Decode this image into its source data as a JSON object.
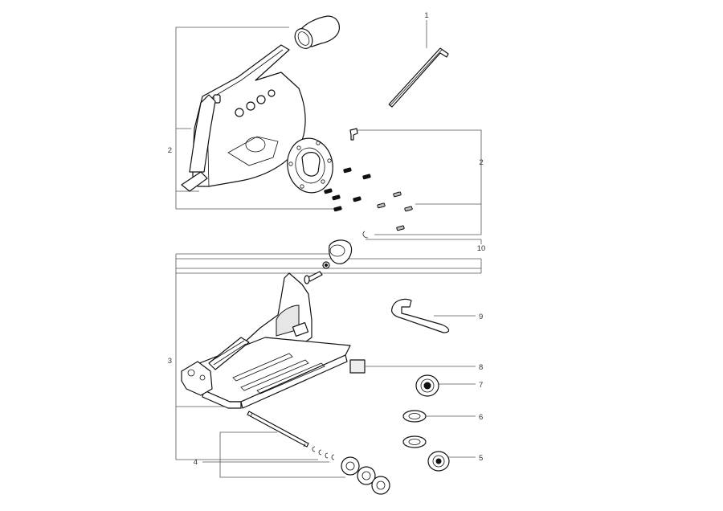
{
  "labels": {
    "p1": "1",
    "p2_left": "2",
    "p2_right": "2",
    "p10": "10",
    "p9": "9",
    "p3": "3",
    "p8": "8",
    "p7": "7",
    "p6": "6",
    "p4": "4",
    "p5": "5"
  }
}
